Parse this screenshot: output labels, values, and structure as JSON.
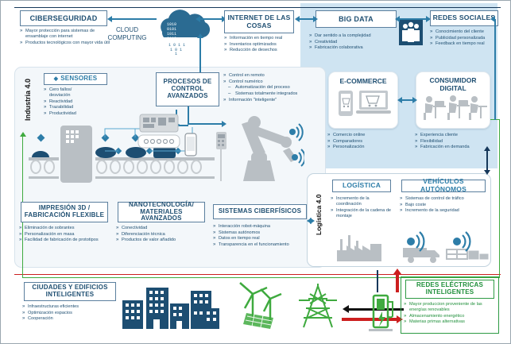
{
  "meta": {
    "title": "Industria 4.0 / Logistica 4.0 infographic"
  },
  "top_row": {
    "ciberseguridad": {
      "title": "CIBERSEGURIDAD",
      "bullets": [
        "Mayor protección para sistemas de ensamblaje con internet",
        "Productos tecnológicos con mayor vida útil"
      ]
    },
    "cloud": {
      "label_line1": "CLOUD",
      "label_line2": "COMPUTING",
      "icon": "cloud-binary-icon"
    },
    "iot": {
      "title": "INTERNET DE LAS COSAS",
      "bullets": [
        "Información en tiempo real",
        "Inventarios optimizados",
        "Reducción de desechos"
      ]
    },
    "bigdata": {
      "title": "BIG DATA",
      "bullets": [
        "Dar sentido a la complejidad",
        "Creatividad",
        "Fabricación colaborativa"
      ]
    },
    "redes_sociales": {
      "title": "REDES SOCIALES",
      "bullets": [
        "Conocimiento del cliente",
        "Publicidad personalizada",
        "Feedback en tiempo real"
      ],
      "icon": "people-group-icon"
    }
  },
  "industria": {
    "side_label": "Industria 4.0",
    "sensores": {
      "title": "SENSORES",
      "bullet_icon": "diamond-icon",
      "bullets": [
        "Cero fallos/ desviación",
        "Reactividad",
        "Trazabilidad",
        "Productividad"
      ]
    },
    "procesos": {
      "title": "PROCESOS DE CONTROL AVANZADOS",
      "bullets": [
        "Control en remoto",
        "Control numérico",
        "Automatización del proceso",
        "Sistemas totalmente integrados",
        "Información \"inteligente\""
      ],
      "sub_flags": [
        false,
        false,
        true,
        true,
        false
      ]
    },
    "impresion3d": {
      "title": "IMPRESIÓN 3D / FABRICACIÓN FLEXIBLE",
      "bullets": [
        "Eliminación de sobrantes",
        "Personalización en masa",
        "Facilidad de fabricación de prototipos"
      ]
    },
    "nanotecnologia": {
      "title": "NANOTECNOLOGÍA/ MATERIALES AVANZADOS",
      "bullets": [
        "Conectividad",
        "Diferenciación técnica",
        "Productos de valor añadido"
      ]
    },
    "ciberfisicos": {
      "title": "SISTEMAS CIBERFÍSICOS",
      "bullets": [
        "Interacción robot-máquina",
        "Sistemas autónomos",
        "Datos en tiempo real",
        "Transparencia en el funcionamiento"
      ]
    },
    "factory_icons": [
      "conveyor-icon",
      "machine-icon",
      "laptop-icon",
      "smartphone-icon",
      "robot-arm-icon",
      "control-panel-icon"
    ]
  },
  "commerce": {
    "ecommerce": {
      "title": "E-COMMERCE",
      "icon": "phone-and-laptop-cart-icon",
      "bullets": [
        "Comercio online",
        "Comparadores",
        "Personalización"
      ]
    },
    "consumidor": {
      "title": "CONSUMIDOR DIGITAL",
      "icon": "people-at-desks-icon",
      "bullets": [
        "Experiencia cliente",
        "Flexibilidad",
        "Fabricación en demanda"
      ]
    }
  },
  "logistica": {
    "side_label": "Logística 4.0",
    "logistica_box": {
      "title": "LOGÍSTICA",
      "bullets": [
        "Incremento de la coordinación",
        "Integración de la cadena de montaje"
      ],
      "icon": "factory-icon"
    },
    "vehiculos": {
      "title": "VEHÍCULOS AUTÓNOMOS",
      "bullets": [
        "Sistemas de control de tráfico",
        "Bajo coste",
        "Incremento de la seguridad"
      ],
      "icons": [
        "connected-truck-icon",
        "connected-warehouse-icon"
      ]
    }
  },
  "bottom": {
    "ciudades": {
      "title": "CIUDADES Y EDIFICIOS INTELIGENTES",
      "bullets": [
        "Infraestructuras eficientes",
        "Optimización espacios",
        "Cooperación"
      ],
      "icon": "city-buildings-icon"
    },
    "redes_electricas": {
      "title": "REDES ELÉCTRICAS INTELIGENTES",
      "bullets": [
        "Mayor produccion proveniente de las energías renovables",
        "Almacenamiento energético",
        "Materias primas alternativas"
      ],
      "icons": [
        "wind-turbine-icon",
        "solar-panel-icon",
        "power-tower-icon",
        "ev-charger-icon"
      ]
    }
  },
  "colors": {
    "blue_panel": "#cfe4f2",
    "title_blue": "#1f4f72",
    "arrow_blue": "#2d7da8",
    "green": "#1f8f3a",
    "red": "#cc1f1f",
    "navy": "#16385a",
    "gray": "#b0b6bb"
  }
}
